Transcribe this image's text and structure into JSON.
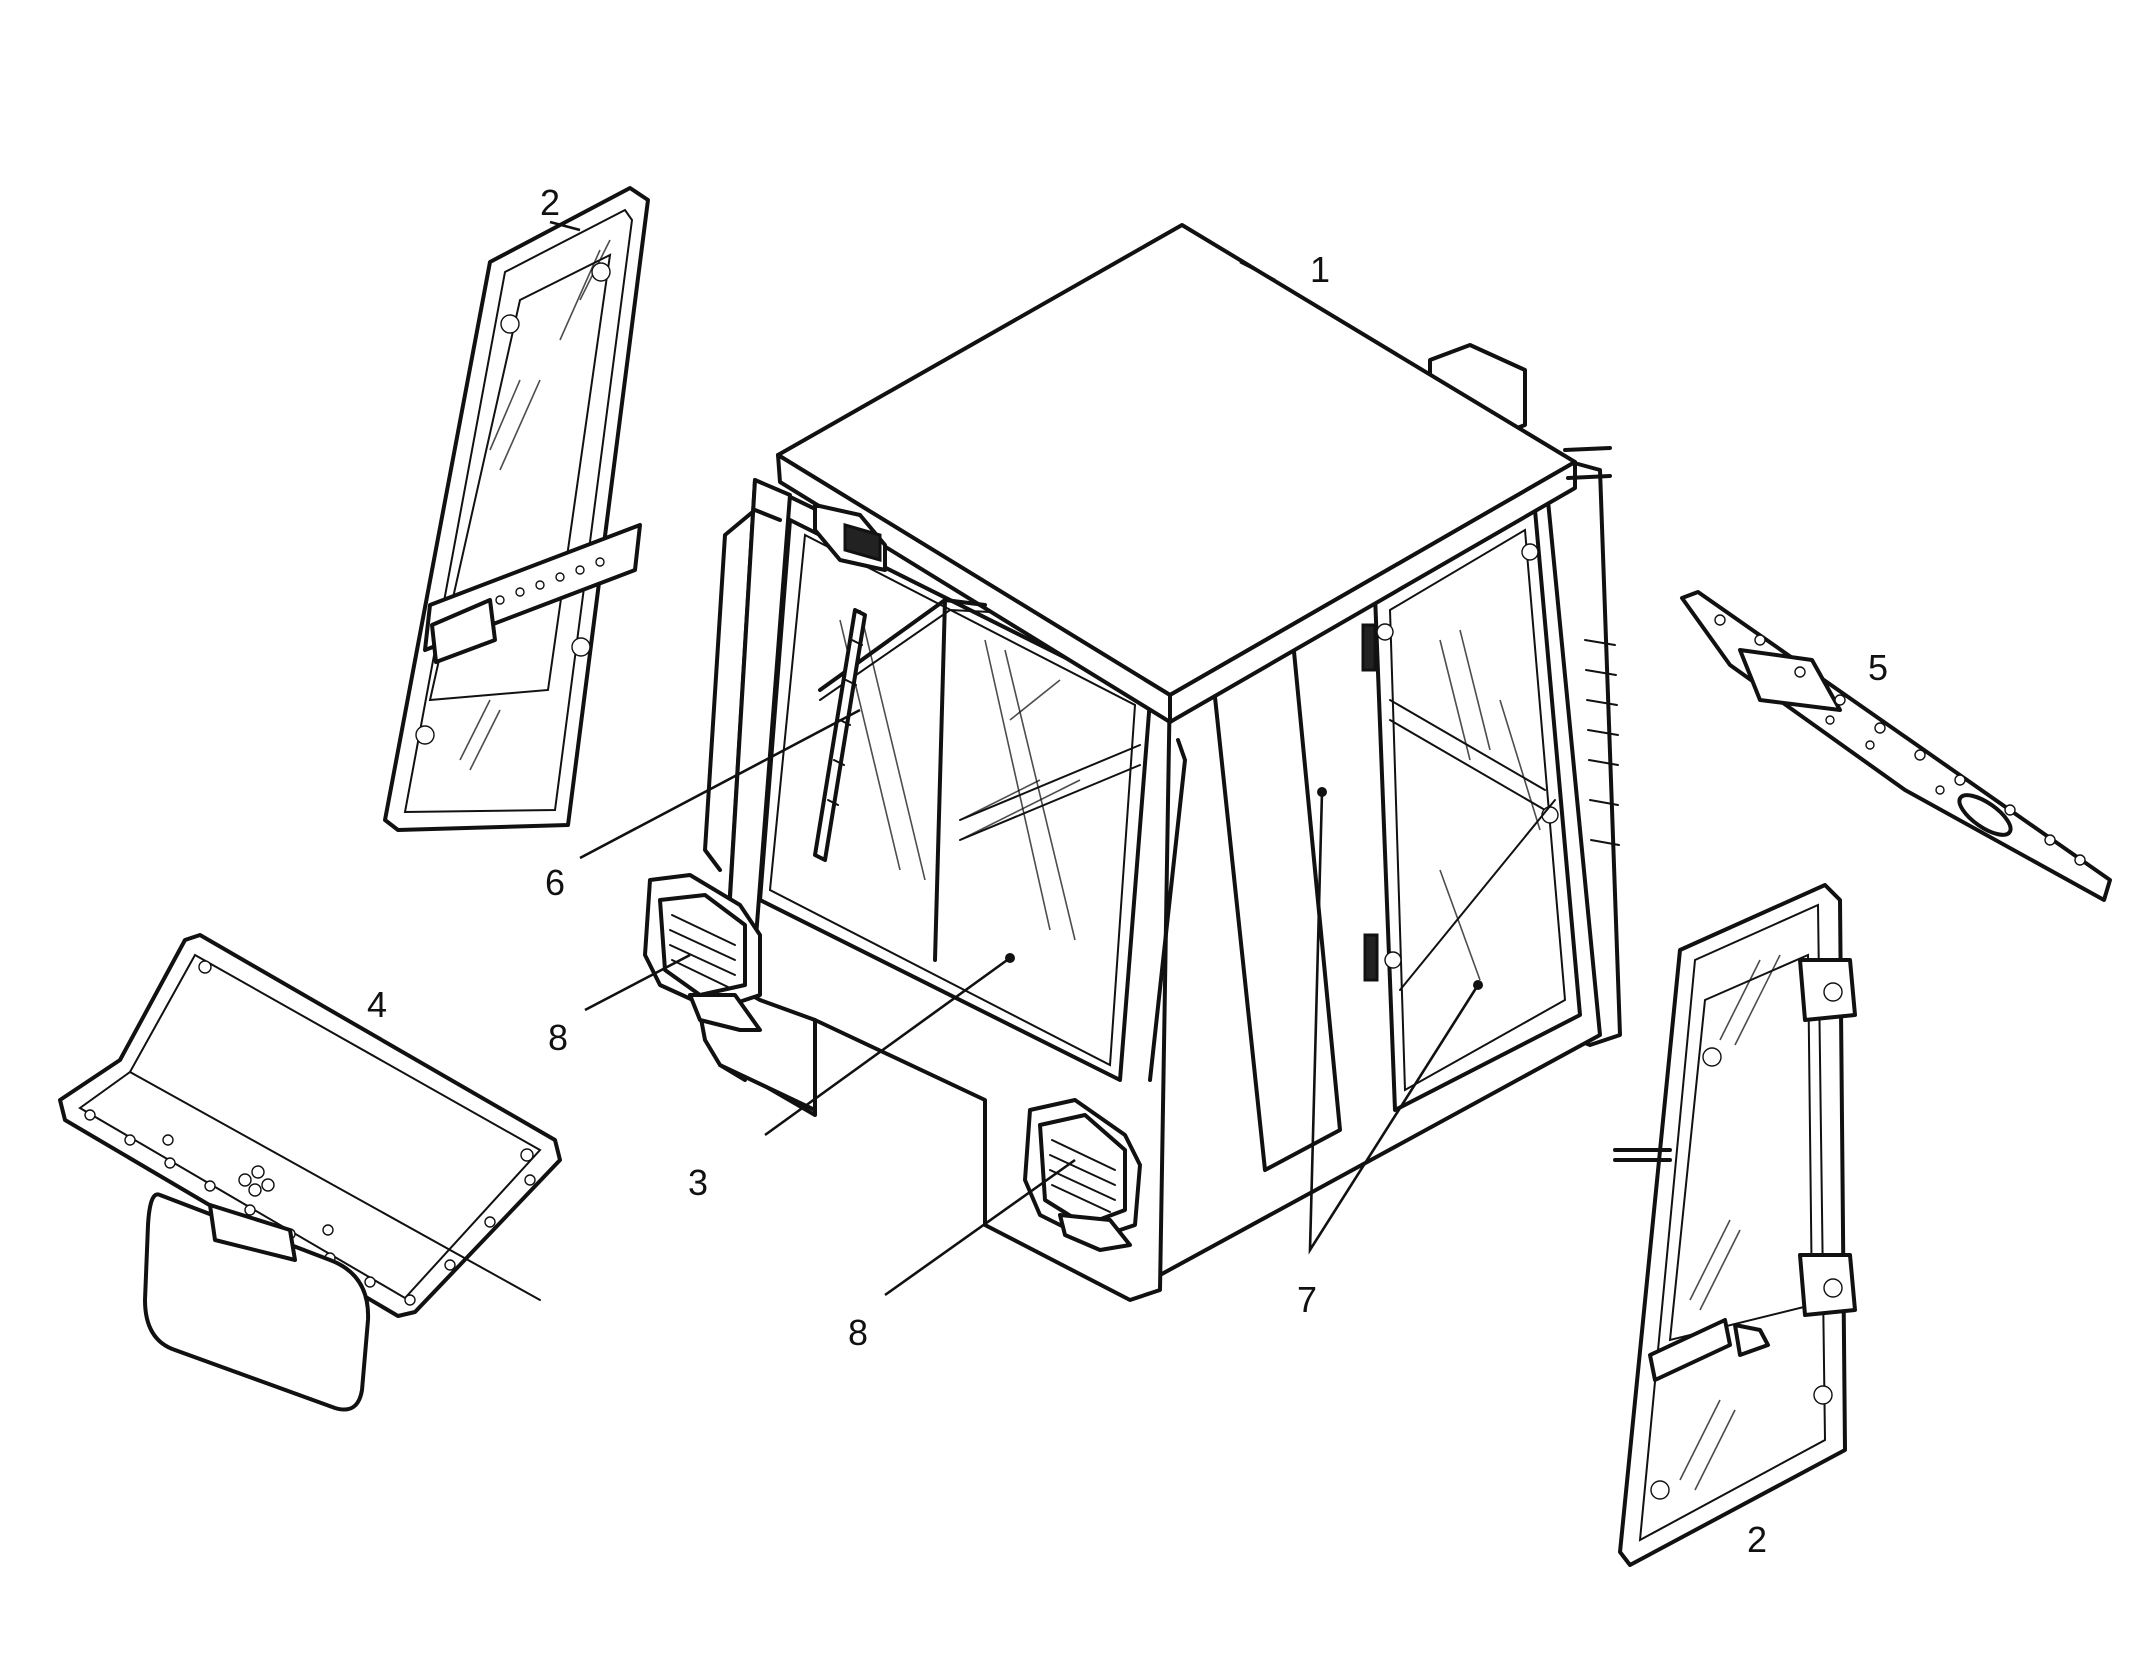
{
  "diagram": {
    "callouts": [
      {
        "id": "c1",
        "label": "1"
      },
      {
        "id": "c2a",
        "label": "2"
      },
      {
        "id": "c2b",
        "label": "2"
      },
      {
        "id": "c3",
        "label": "3"
      },
      {
        "id": "c4",
        "label": "4"
      },
      {
        "id": "c5",
        "label": "5"
      },
      {
        "id": "c6",
        "label": "6"
      },
      {
        "id": "c7",
        "label": "7"
      },
      {
        "id": "c8a",
        "label": "8"
      },
      {
        "id": "c8b",
        "label": "8"
      }
    ]
  },
  "colors": {
    "ink": "#111111",
    "paper": "#ffffff"
  }
}
